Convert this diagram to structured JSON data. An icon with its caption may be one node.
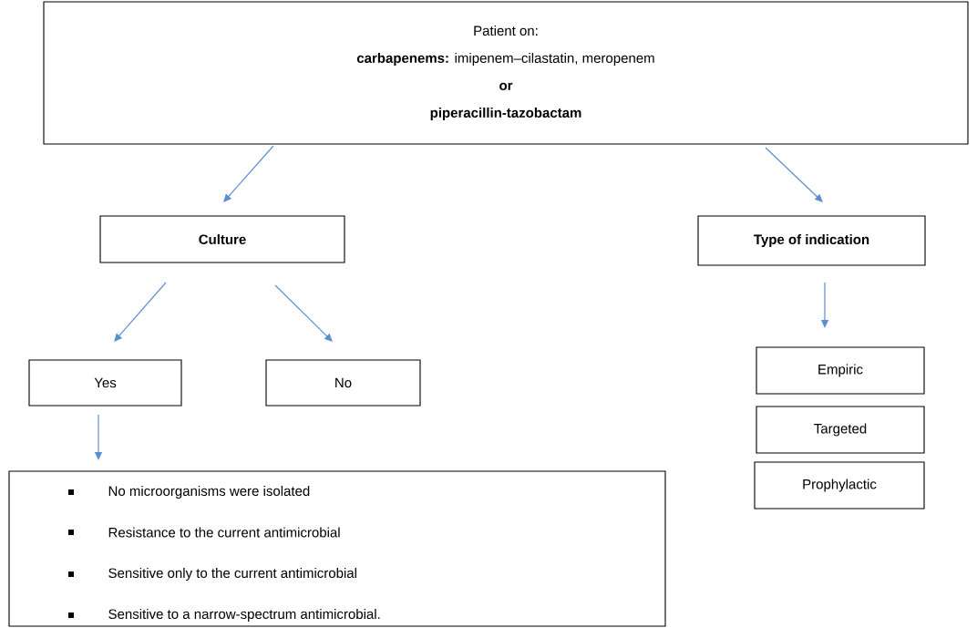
{
  "diagram": {
    "nodes": [
      {
        "text": [
          "Patient on:",
          "**carbapenems:**  imipenem–cilastatin, meropenem",
          "or",
          "piperacillin-tazobactam"
        ]
      },
      {
        "text": [
          "Culture"
        ]
      },
      {
        "text": [
          "Type of indication"
        ]
      },
      {
        "text": [
          "Yes"
        ]
      },
      {
        "text": [
          "No"
        ]
      },
      {
        "text": [
          "Empiric"
        ]
      },
      {
        "text": [
          "Targeted"
        ]
      },
      {
        "text": [
          "Prophylactic"
        ]
      },
      {
        "text": [
          "No microorganisms were isolated",
          "Resistance to the current antimicrobial",
          "Sensitive only to the current antimicrobial",
          "Sensitive to a narrow-spectrum antimicrobial."
        ]
      }
    ],
    "edges": [
      {
        "from": 0,
        "to": 1,
        "arrow": "to"
      },
      {
        "from": 0,
        "to": 2,
        "arrow": "to"
      },
      {
        "from": 1,
        "to": 3,
        "arrow": "to"
      },
      {
        "from": 1,
        "to": 4,
        "arrow": "to"
      },
      {
        "from": 2,
        "to": 5,
        "arrow": "to"
      },
      {
        "from": 3,
        "to": 8,
        "arrow": "to"
      }
    ]
  }
}
